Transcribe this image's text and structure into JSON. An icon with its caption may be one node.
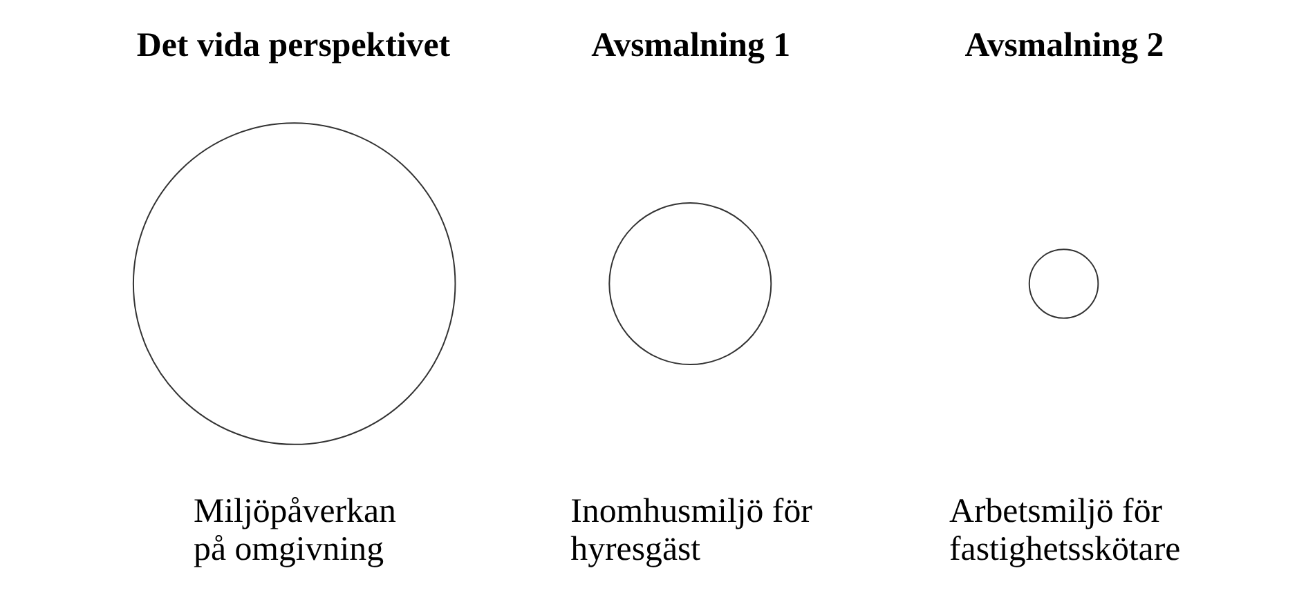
{
  "diagram": {
    "nodes": [
      {
        "text": [],
        "shape": "circle"
      },
      {
        "text": [],
        "shape": "circle"
      },
      {
        "text": [],
        "shape": "circle"
      }
    ],
    "edges": [],
    "labels": [
      "Det vida perspektivet",
      "Avsmalning 1",
      "Avsmalning 2",
      "Miljöpåverkan på omgivning",
      "Inomhusmiljö för hyresgäst",
      "Arbetsmiljö för fastighetsskötare"
    ]
  }
}
